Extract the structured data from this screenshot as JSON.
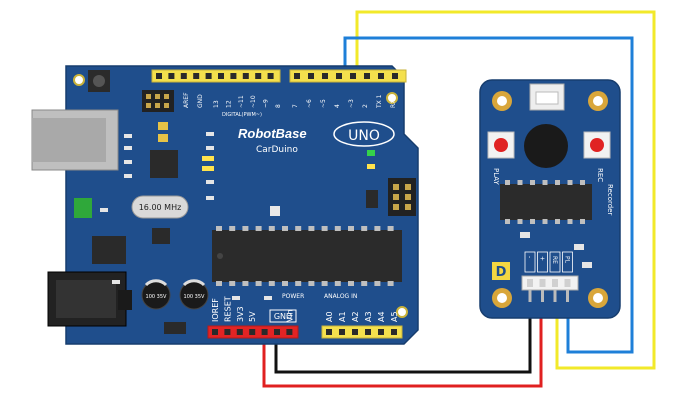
{
  "arduino": {
    "brand": "RobotBase",
    "model": "CarDuino",
    "uno_badge": "UNO",
    "crystal": "16.00 MHz",
    "digital_label": "DIGITAL(PWM~)",
    "power_label": "POWER",
    "analog_label": "ANALOG IN",
    "aref": "AREF",
    "gnd_top": "GND",
    "digital_pins": [
      "13",
      "12",
      "~11",
      "~10",
      "~9",
      "8",
      "7",
      "~6",
      "~5",
      "4",
      "~3",
      "2",
      "TX 1",
      "RX 0"
    ],
    "power_pins": [
      "IOREF",
      "RESET",
      "3V3",
      "5V",
      "GND",
      "GND",
      "Vin"
    ],
    "gnd_box": "GND",
    "analog_pins": [
      "A0",
      "A1",
      "A2",
      "A3",
      "A4",
      "A5"
    ],
    "cap1": "100 35V",
    "cap2": "100 35V"
  },
  "module": {
    "left_label": "PLAY",
    "right_label": "REC",
    "side_text": "Recorder",
    "pins": [
      "-",
      "+",
      "RE",
      "PL"
    ],
    "logo": "D"
  },
  "wires": {
    "yellow": "#f2e92a",
    "blue": "#1e7fd8",
    "red": "#e02020",
    "black": "#111111"
  },
  "colors": {
    "board": "#1f4e8c",
    "header": "#f4e04d",
    "power_header": "#e22424"
  }
}
